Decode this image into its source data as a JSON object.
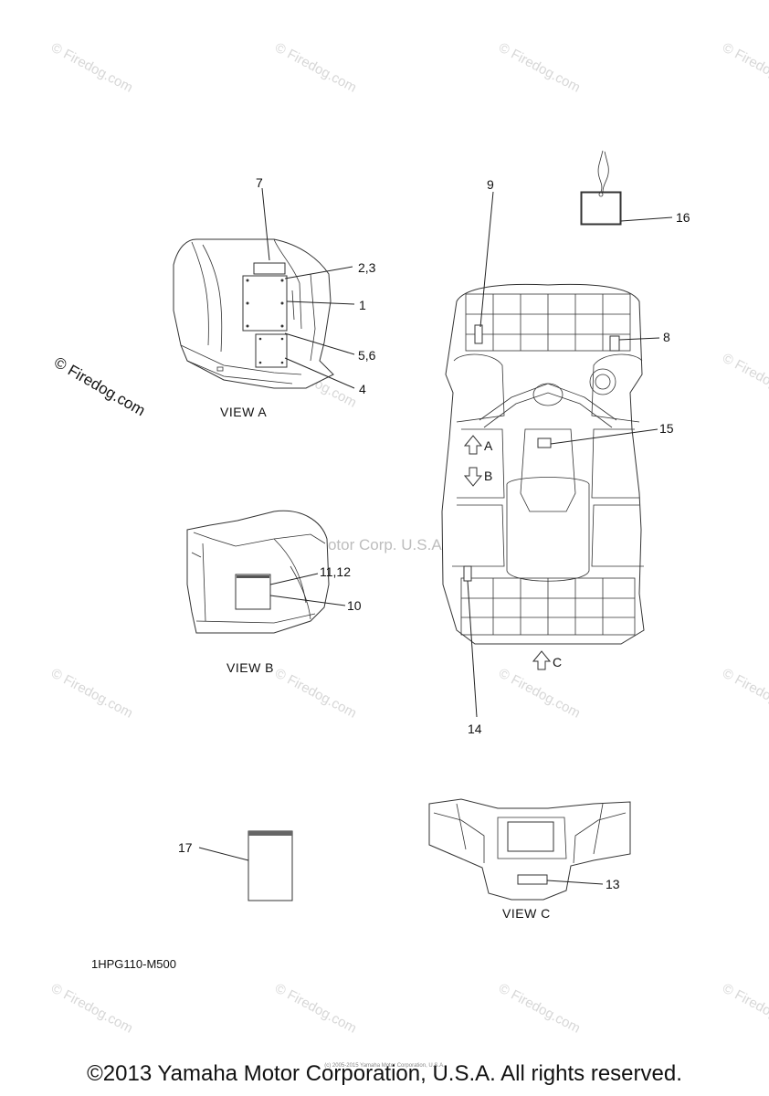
{
  "diagram": {
    "callouts": {
      "c1": "1",
      "c23": "2,3",
      "c4": "4",
      "c56": "5,6",
      "c7": "7",
      "c8": "8",
      "c9": "9",
      "c10": "10",
      "c1112": "11,12",
      "c13": "13",
      "c14": "14",
      "c15": "15",
      "c16": "16",
      "c17": "17"
    },
    "views": {
      "a": "VIEW A",
      "b": "VIEW B",
      "c": "VIEW C"
    },
    "arrow_letters": {
      "a": "A",
      "b": "B",
      "c": "C"
    },
    "part_code": "1HPG110-M500",
    "center_watermark": "Yamaha Motor Corp. U.S.A.",
    "side_watermark": "© Firedog.com",
    "repeat_watermark": "© Firedog.com"
  },
  "footer": {
    "copyright": "©2013 Yamaha Motor Corporation, U.S.A. All rights reserved.",
    "fine_print": "(c) 2005-2015 Yamaha Motor Corporation, U.S.A."
  }
}
